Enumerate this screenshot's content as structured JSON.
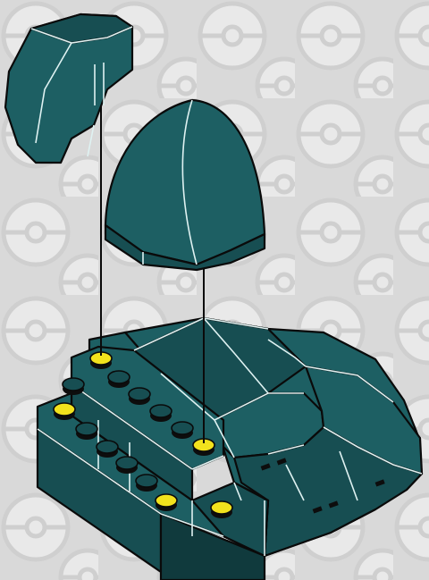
{
  "background": {
    "color": "#d9d9d9",
    "pattern": "pokeball-pattern",
    "pattern_color": "#e9e9e9",
    "pattern_stroke": "#cfcfcf"
  },
  "colors": {
    "brick_fill": "#1d5f63",
    "brick_shade": "#174e52",
    "brick_dark": "#103a3d",
    "edge_highlight": "#dff2f2",
    "outline": "#0a0a0a",
    "stud_attach": "#f2e21d",
    "stud_hole": "#0d0d0d"
  },
  "parts": {
    "top_left_piece": "curved-slope-brick",
    "top_center_piece": "dome-brick",
    "base": "base-assembly"
  },
  "instruction": {
    "connection_lines": 2,
    "highlighted_studs": 5
  }
}
